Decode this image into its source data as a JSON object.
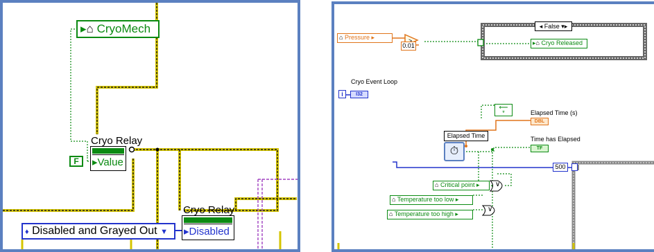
{
  "left": {
    "cryomech_local": "CryoMech",
    "const_false": "F",
    "relay1_label": "Cryo Relay",
    "relay1_property": "Value",
    "relay2_label": "Cryo Relay",
    "relay2_property": "Disabled",
    "disabled_ring_value": "Disabled and Grayed Out",
    "ring_arrow": "▼",
    "home_glyph": "⌂",
    "arrow_glyph": "▸"
  },
  "right": {
    "pressure_local": "Pressure",
    "threshold_const": "0.01",
    "case_selector": "False",
    "cryo_released_local": "Cryo Released",
    "event_loop_label": "Cryo Event Loop",
    "iteration_glyph": "i",
    "i32_tag": "I32",
    "elapsed_time_express": "Elapsed Time",
    "elapsed_time_s_label": "Elapsed Time (s)",
    "dbl_tag": "DBL",
    "time_has_elapsed_label": "Time has Elapsed",
    "tf_tag": "TF",
    "timeout_const": "500",
    "critical_point_local": "Critical point",
    "temp_low_local": "Temperature too low",
    "temp_high_local": "Temperature too high",
    "or_glyph": "∨"
  },
  "colors": {
    "panel_border": "#5b80c0",
    "boolean_wire": "#0b8a12",
    "error_wire": "#d4c400",
    "numeric_dbl": "#e0741a",
    "integer": "#2233cc",
    "variant": "#a040c0"
  }
}
